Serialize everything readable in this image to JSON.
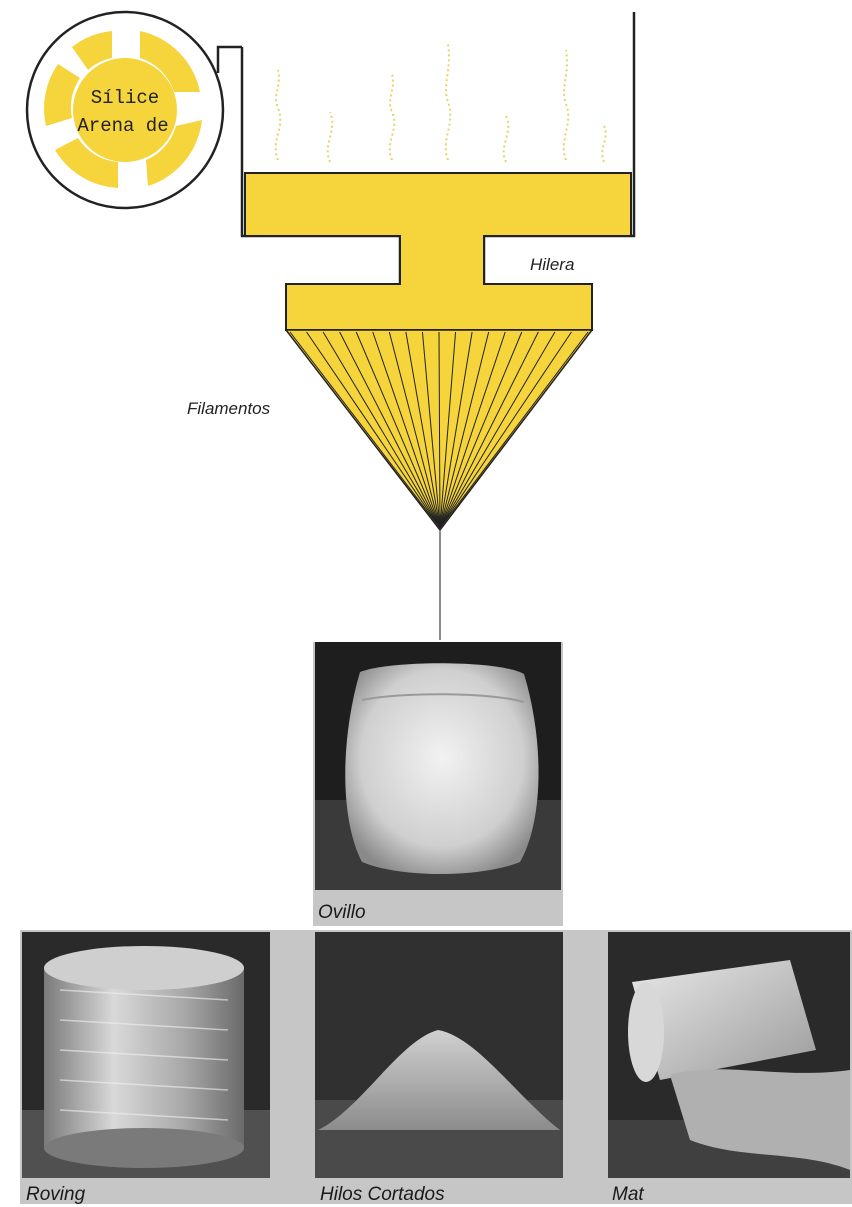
{
  "source_circle": {
    "line1": "Sílice",
    "line2": "Arena de"
  },
  "labels": {
    "spinneret": "Hilera",
    "filaments": "Filamentos"
  },
  "products": {
    "ovillo": "Ovillo",
    "roving": "Roving",
    "hilos": "Hilos Cortados",
    "mat": "Mat"
  },
  "colors": {
    "yellow": "#f5d43c",
    "outline": "#222222",
    "frame": "#c6c6c6"
  }
}
